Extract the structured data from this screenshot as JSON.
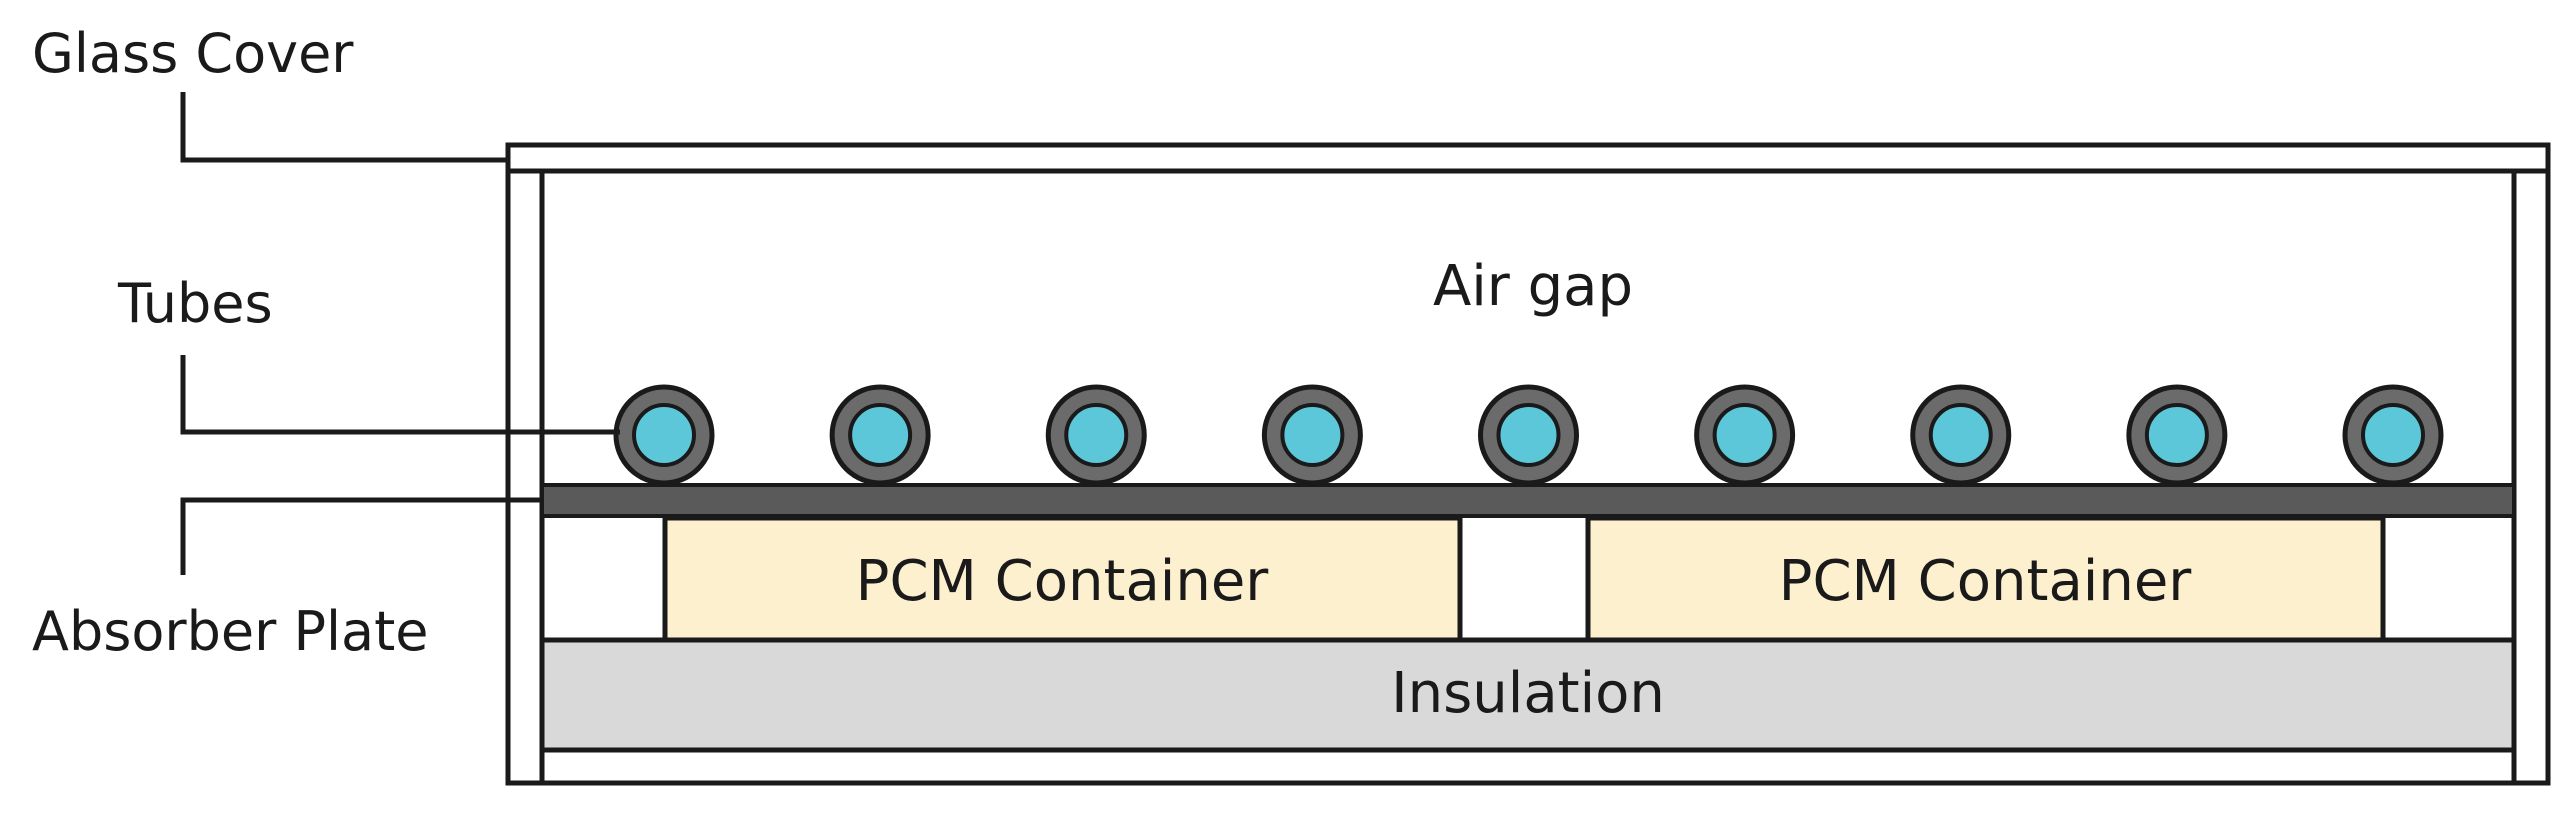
{
  "labels": {
    "glass_cover": "Glass Cover",
    "tubes": "Tubes",
    "absorber_plate": "Absorber Plate",
    "air_gap": "Air gap",
    "pcm_container_left": "PCM Container",
    "pcm_container_right": "PCM Container",
    "insulation": "Insulation"
  },
  "tubes": {
    "count": 9
  },
  "colors": {
    "outline": "#1a1a1a",
    "frame_fill": "#ffffff",
    "absorber_plate": "#5a5a5a",
    "tube_ring": "#6b6b6b",
    "tube_fluid": "#5cc7d9",
    "pcm_fill": "#fdf0cf",
    "insulation_fill": "#d9d9d9"
  }
}
